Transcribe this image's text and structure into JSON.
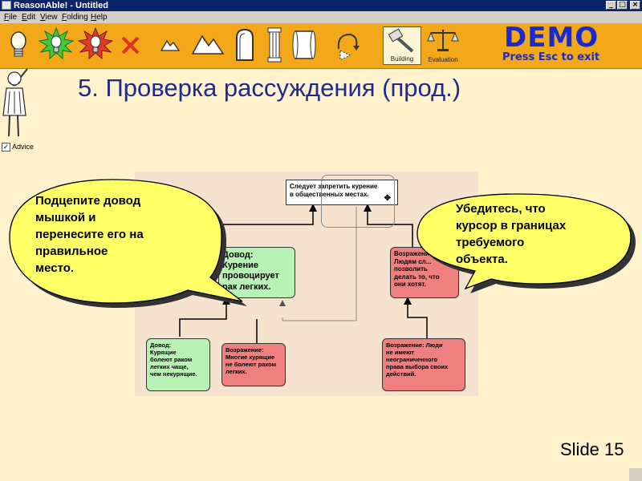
{
  "window": {
    "title": "ReasonAble! - Untitled",
    "controls": {
      "minimize": "_",
      "maximize": "□",
      "close": "×"
    }
  },
  "menubar": {
    "items": [
      {
        "label": "File",
        "mnemonic": "F",
        "rest": "ile"
      },
      {
        "label": "Edit",
        "mnemonic": "E",
        "rest": "dit"
      },
      {
        "label": "View",
        "mnemonic": "V",
        "rest": "iew"
      },
      {
        "label": "Folding",
        "mnemonic": "F",
        "rest": "olding"
      },
      {
        "label": "Help",
        "mnemonic": "H",
        "rest": "elp"
      }
    ]
  },
  "toolbar": {
    "tools": [
      "lightbulb-icon",
      "green-starburst-bulb-icon",
      "red-starburst-bulb-icon",
      "delete-x-icon",
      "small-hill-icon",
      "mountains-icon",
      "tombstone-icon",
      "pillar-icon",
      "scroll-icon",
      "rotate-arrow-icon"
    ],
    "building_label": "Building",
    "evaluation_label": "Evaluation"
  },
  "demo": {
    "title": "DEMO",
    "subtitle": "Press Esc to exit"
  },
  "slide": {
    "title": "5. Проверка рассуждения (прод.)",
    "number": "Slide 15"
  },
  "advice": {
    "label": "Advice",
    "checked": true
  },
  "map": {
    "claim": {
      "line1": "Следует запретить курение",
      "line2": "в общественных местах."
    },
    "reason_main": [
      "Довод:",
      "Курение",
      "провоцирует",
      "рак легких."
    ],
    "objection_right": [
      "Возражение:",
      "Людям сл...",
      "позволить",
      "делать то, что",
      "они хотят."
    ],
    "reason_bottom": [
      "Довод:",
      "Курящие",
      "болеют раком",
      "легких чаще,",
      "чем некурящие."
    ],
    "objection_bottom_left": [
      "Возражение:",
      "Многие курящие",
      "не болеют раком",
      "легких."
    ],
    "objection_bottom_right": [
      "Возражение: Люди",
      "не имеют",
      "неограниченного",
      "права выбора своих",
      "действий."
    ]
  },
  "bubbles": {
    "left": [
      "Подцепите довод",
      "мышкой и",
      "перенесите его на",
      "правильное",
      "место."
    ],
    "right": [
      "Убедитесь, что",
      "курсор в границах",
      "требуемого",
      "объекта."
    ]
  },
  "colors": {
    "toolbar": "#F2A818",
    "background": "#FFF2CC",
    "bubble_fill": "#FFFF66",
    "reason_fill": "#B8F2B4",
    "objection_fill": "#F08080",
    "title_color": "#1d2b90",
    "demo_color": "#1a2acc"
  }
}
